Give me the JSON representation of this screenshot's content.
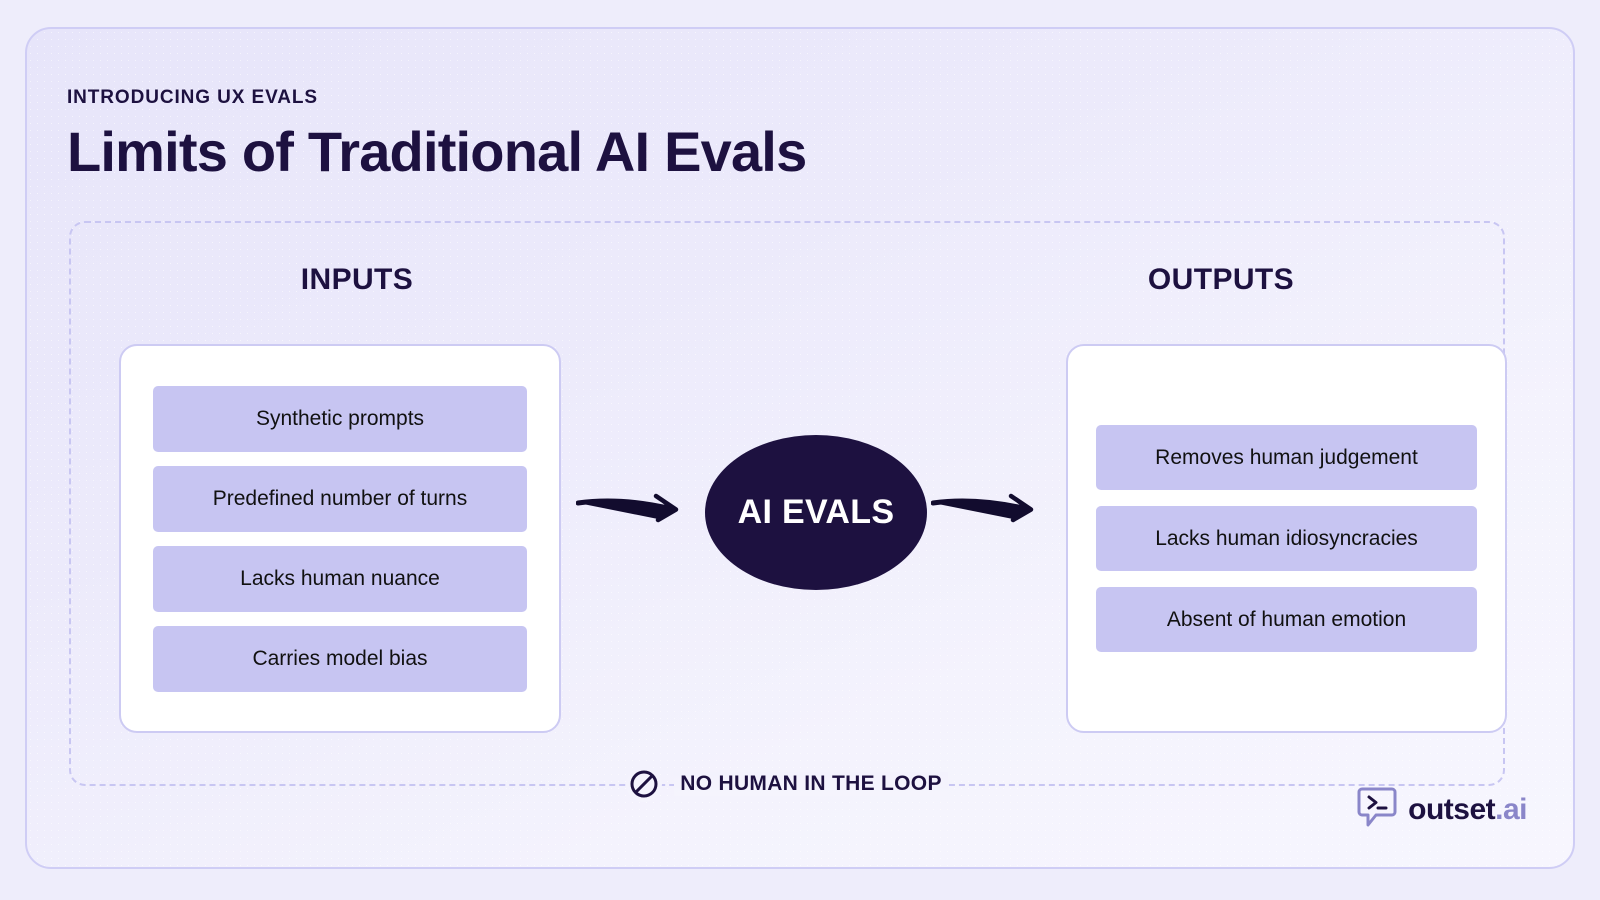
{
  "header": {
    "eyebrow": "INTRODUCING UX EVALS",
    "title": "Limits of Traditional AI Evals"
  },
  "diagram": {
    "inputs": {
      "heading": "INPUTS",
      "items": [
        {
          "label": "Synthetic prompts"
        },
        {
          "label": "Predefined number of turns"
        },
        {
          "label": "Lacks human nuance"
        },
        {
          "label": "Carries model bias"
        }
      ]
    },
    "center": {
      "label": "AI EVALS"
    },
    "outputs": {
      "heading": "OUTPUTS",
      "items": [
        {
          "label": "Removes human judgement"
        },
        {
          "label": "Lacks human idiosyncracies"
        },
        {
          "label": "Absent of human emotion"
        }
      ]
    },
    "arrows": [
      {
        "name": "inputs-to-evals",
        "direction": "right"
      },
      {
        "name": "evals-to-outputs",
        "direction": "right"
      }
    ],
    "footer_note": {
      "icon": "no-entry-icon",
      "label": "NO HUMAN IN THE LOOP"
    }
  },
  "brand": {
    "icon": "terminal-speech-bubble-icon",
    "name": "outset",
    "suffix": ".ai"
  },
  "colors": {
    "ink": "#1d1140",
    "pill": "#c7c5f2",
    "card_border": "#cdcbf3",
    "dashed_border": "#c8c6f2",
    "page_background": "#eeedfb",
    "brand_suffix": "#8a86c9",
    "arrow": "#120c2e"
  }
}
